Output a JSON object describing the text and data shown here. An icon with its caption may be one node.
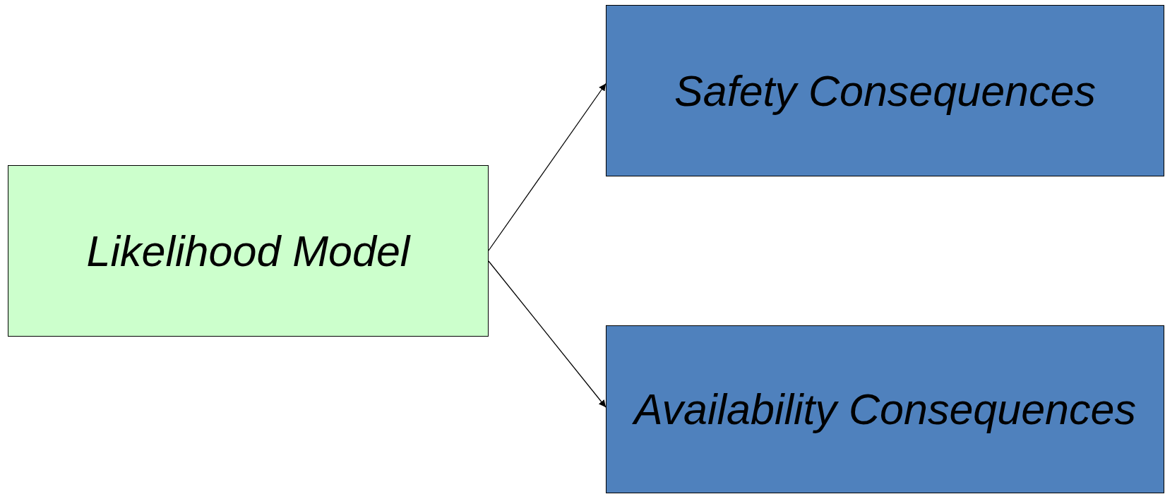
{
  "diagram": {
    "nodes": [
      {
        "text": [
          "Likelihood Model"
        ]
      },
      {
        "text": [
          "Safety Consequences"
        ]
      },
      {
        "text": [
          "Availability Consequences"
        ]
      }
    ],
    "edges": [
      {
        "from": 0,
        "to": 1,
        "arrow": "to"
      },
      {
        "from": 0,
        "to": 2,
        "arrow": "to"
      }
    ]
  }
}
